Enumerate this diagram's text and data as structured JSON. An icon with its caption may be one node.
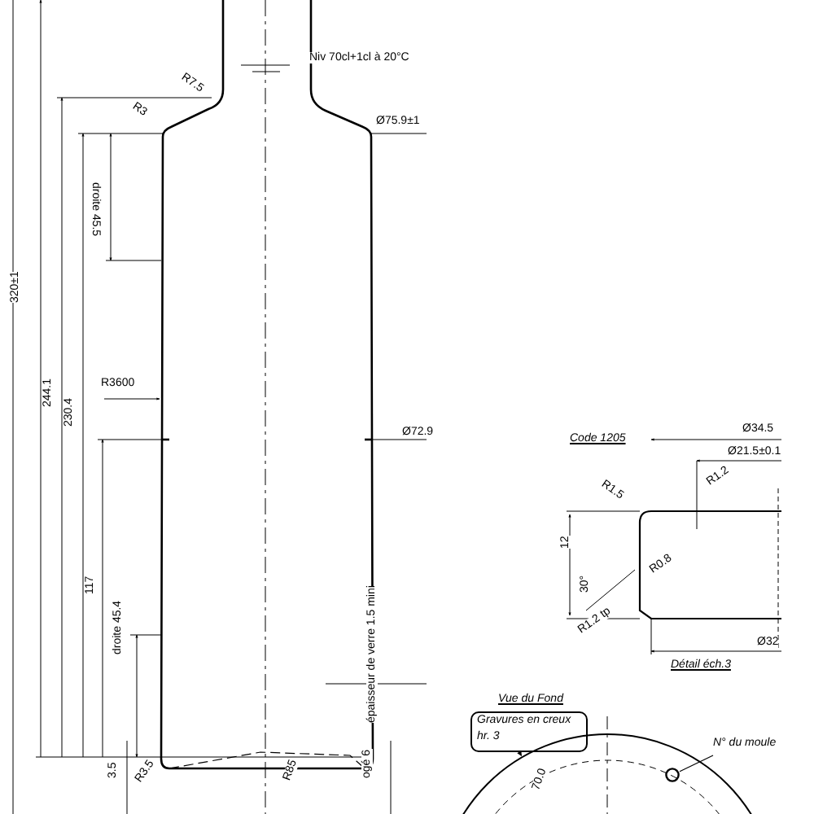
{
  "diagram": {
    "nodes": [
      {
        "text": [
          "Gravures en creux hr. 3"
        ]
      },
      {
        "text": [
          "N° du moule"
        ]
      },
      {
        "text": [],
        "shape": "circle"
      },
      {
        "text": [],
        "shape": "circle",
        "in": 2
      }
    ],
    "edges": [
      {
        "from": 0,
        "to": 2,
        "arrow": "to"
      },
      {
        "from": 1,
        "to": 3,
        "arrow": "none"
      }
    ],
    "labels": [
      "Niv 70cl+1cl à 20°C",
      "R7.5",
      "R3",
      "Ø75.9±1",
      "droite 45.5",
      "320±1",
      "R3600",
      "244.1",
      "230.4",
      "Ø72.9",
      "117",
      "droite 45.4",
      "3.5",
      "R3.5",
      "R85",
      "ogé 6",
      "épaisseur de verre 1.5 mini",
      "Code 1205",
      "Ø34.5",
      "Ø21.5±0.1",
      "R1.5",
      "R1.2",
      "12",
      "R0.8",
      "30°",
      "R1.2 tp",
      "Ø32",
      "Détail éch.3",
      "Vue du Fond",
      "70.0"
    ]
  }
}
